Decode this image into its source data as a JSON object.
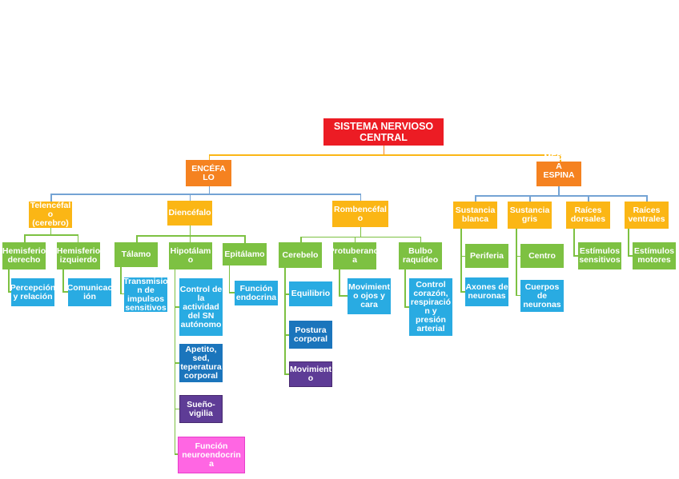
{
  "title": "SISTEMA NERVIOSO CENTRAL",
  "palette": {
    "root_red": "#EC1C24",
    "branch_orange": "#F58220",
    "level2_yellow": "#FBB615",
    "level3_green": "#7DC142",
    "leaf_light_blue": "#29ABE2",
    "leaf_dark_blue": "#1B75BC",
    "leaf_purple": "#5E3C96",
    "leaf_pink": "#FF66E3",
    "line_yellow": "#FBB615",
    "line_blue": "#74A3D4",
    "line_green": "#7DC142",
    "line_orange": "#F58220"
  },
  "nodes": {
    "root": {
      "label": "SISTEMA NERVIOSO\nCENTRAL",
      "parent": ""
    },
    "encefalo": {
      "label": "ENCÉFA\nLO",
      "parent": "root"
    },
    "medula": {
      "label": "MÉDUL\nA\nESPINA",
      "parent": "root"
    },
    "telencefalo": {
      "label": "Telencéfal\no\n(cerebro)",
      "parent": "encefalo"
    },
    "hemisferio_derecho": {
      "label": "Hemisferio\nderecho",
      "parent": "telencefalo"
    },
    "percepcion": {
      "label": "Percepción\ny relación",
      "parent": "hemisferio_derecho"
    },
    "hemisferio_izquierdo": {
      "label": "Hemisferio\nizquierdo",
      "parent": "telencefalo"
    },
    "comunicacion": {
      "label": "Comunicac\nión",
      "parent": "hemisferio_izquierdo"
    },
    "diencefalo": {
      "label": "Diencéfalo",
      "parent": "encefalo"
    },
    "talamo": {
      "label": "Tálamo",
      "parent": "diencefalo"
    },
    "transmision": {
      "label": "Transmisio\nn de\nimpulsos\nsensitivos",
      "parent": "talamo"
    },
    "hipotalamo": {
      "label": "Hipotálam\no",
      "parent": "diencefalo"
    },
    "control_sn": {
      "label": "Control de\nla\nactividad\ndel SN\nautónomo",
      "parent": "hipotalamo"
    },
    "apetito": {
      "label": "Apetito,\nsed,\nteperatura\ncorporal",
      "parent": "hipotalamo"
    },
    "sueno_vigilia": {
      "label": "Sueño-\nvigilia",
      "parent": "hipotalamo"
    },
    "funcion_neuroendocrina": {
      "label": "Función\nneuroendocrin\na",
      "parent": "hipotalamo"
    },
    "epitalamo": {
      "label": "Epitálamo",
      "parent": "diencefalo"
    },
    "funcion_endocrina": {
      "label": "Función\nendocrina",
      "parent": "epitalamo"
    },
    "rombencefalo": {
      "label": "Rombencéfal\no",
      "parent": "encefalo"
    },
    "cerebelo": {
      "label": "Cerebelo",
      "parent": "rombencefalo"
    },
    "equilibrio": {
      "label": "Equilibrio",
      "parent": "cerebelo"
    },
    "postura_corporal": {
      "label": "Postura\ncorporal",
      "parent": "cerebelo"
    },
    "movimiento": {
      "label": "Movimient\no",
      "parent": "cerebelo"
    },
    "protuberancia": {
      "label": "Protuberanci\na",
      "parent": "rombencefalo"
    },
    "movimiento_ojos": {
      "label": "Movimient\no ojos y\ncara",
      "parent": "protuberancia"
    },
    "bulbo_raquideo": {
      "label": "Bulbo\nraquídeo",
      "parent": "rombencefalo"
    },
    "control_corazon": {
      "label": "Control\ncorazón,\nrespiració\nn y\npresión\narterial",
      "parent": "bulbo_raquideo"
    },
    "sustancia_blanca": {
      "label": "Sustancia\nblanca",
      "parent": "medula"
    },
    "periferia": {
      "label": "Periferia",
      "parent": "sustancia_blanca"
    },
    "axones_neuronas": {
      "label": "Axones de\nneuronas",
      "parent": "sustancia_blanca"
    },
    "sustancia_gris": {
      "label": "Sustancia\ngris",
      "parent": "medula"
    },
    "centro": {
      "label": "Centro",
      "parent": "sustancia_gris"
    },
    "cuerpos_neuronas": {
      "label": "Cuerpos\nde\nneuronas",
      "parent": "sustancia_gris"
    },
    "raices_dorsales": {
      "label": "Raíces\ndorsales",
      "parent": "medula"
    },
    "estimulos_sensitivos": {
      "label": "Estímulos\nsensitivos",
      "parent": "raices_dorsales"
    },
    "raices_ventrales": {
      "label": "Raíces\nventrales",
      "parent": "medula"
    },
    "estimulos_motores": {
      "label": "Estímulos\nmotores",
      "parent": "raices_ventrales"
    }
  }
}
